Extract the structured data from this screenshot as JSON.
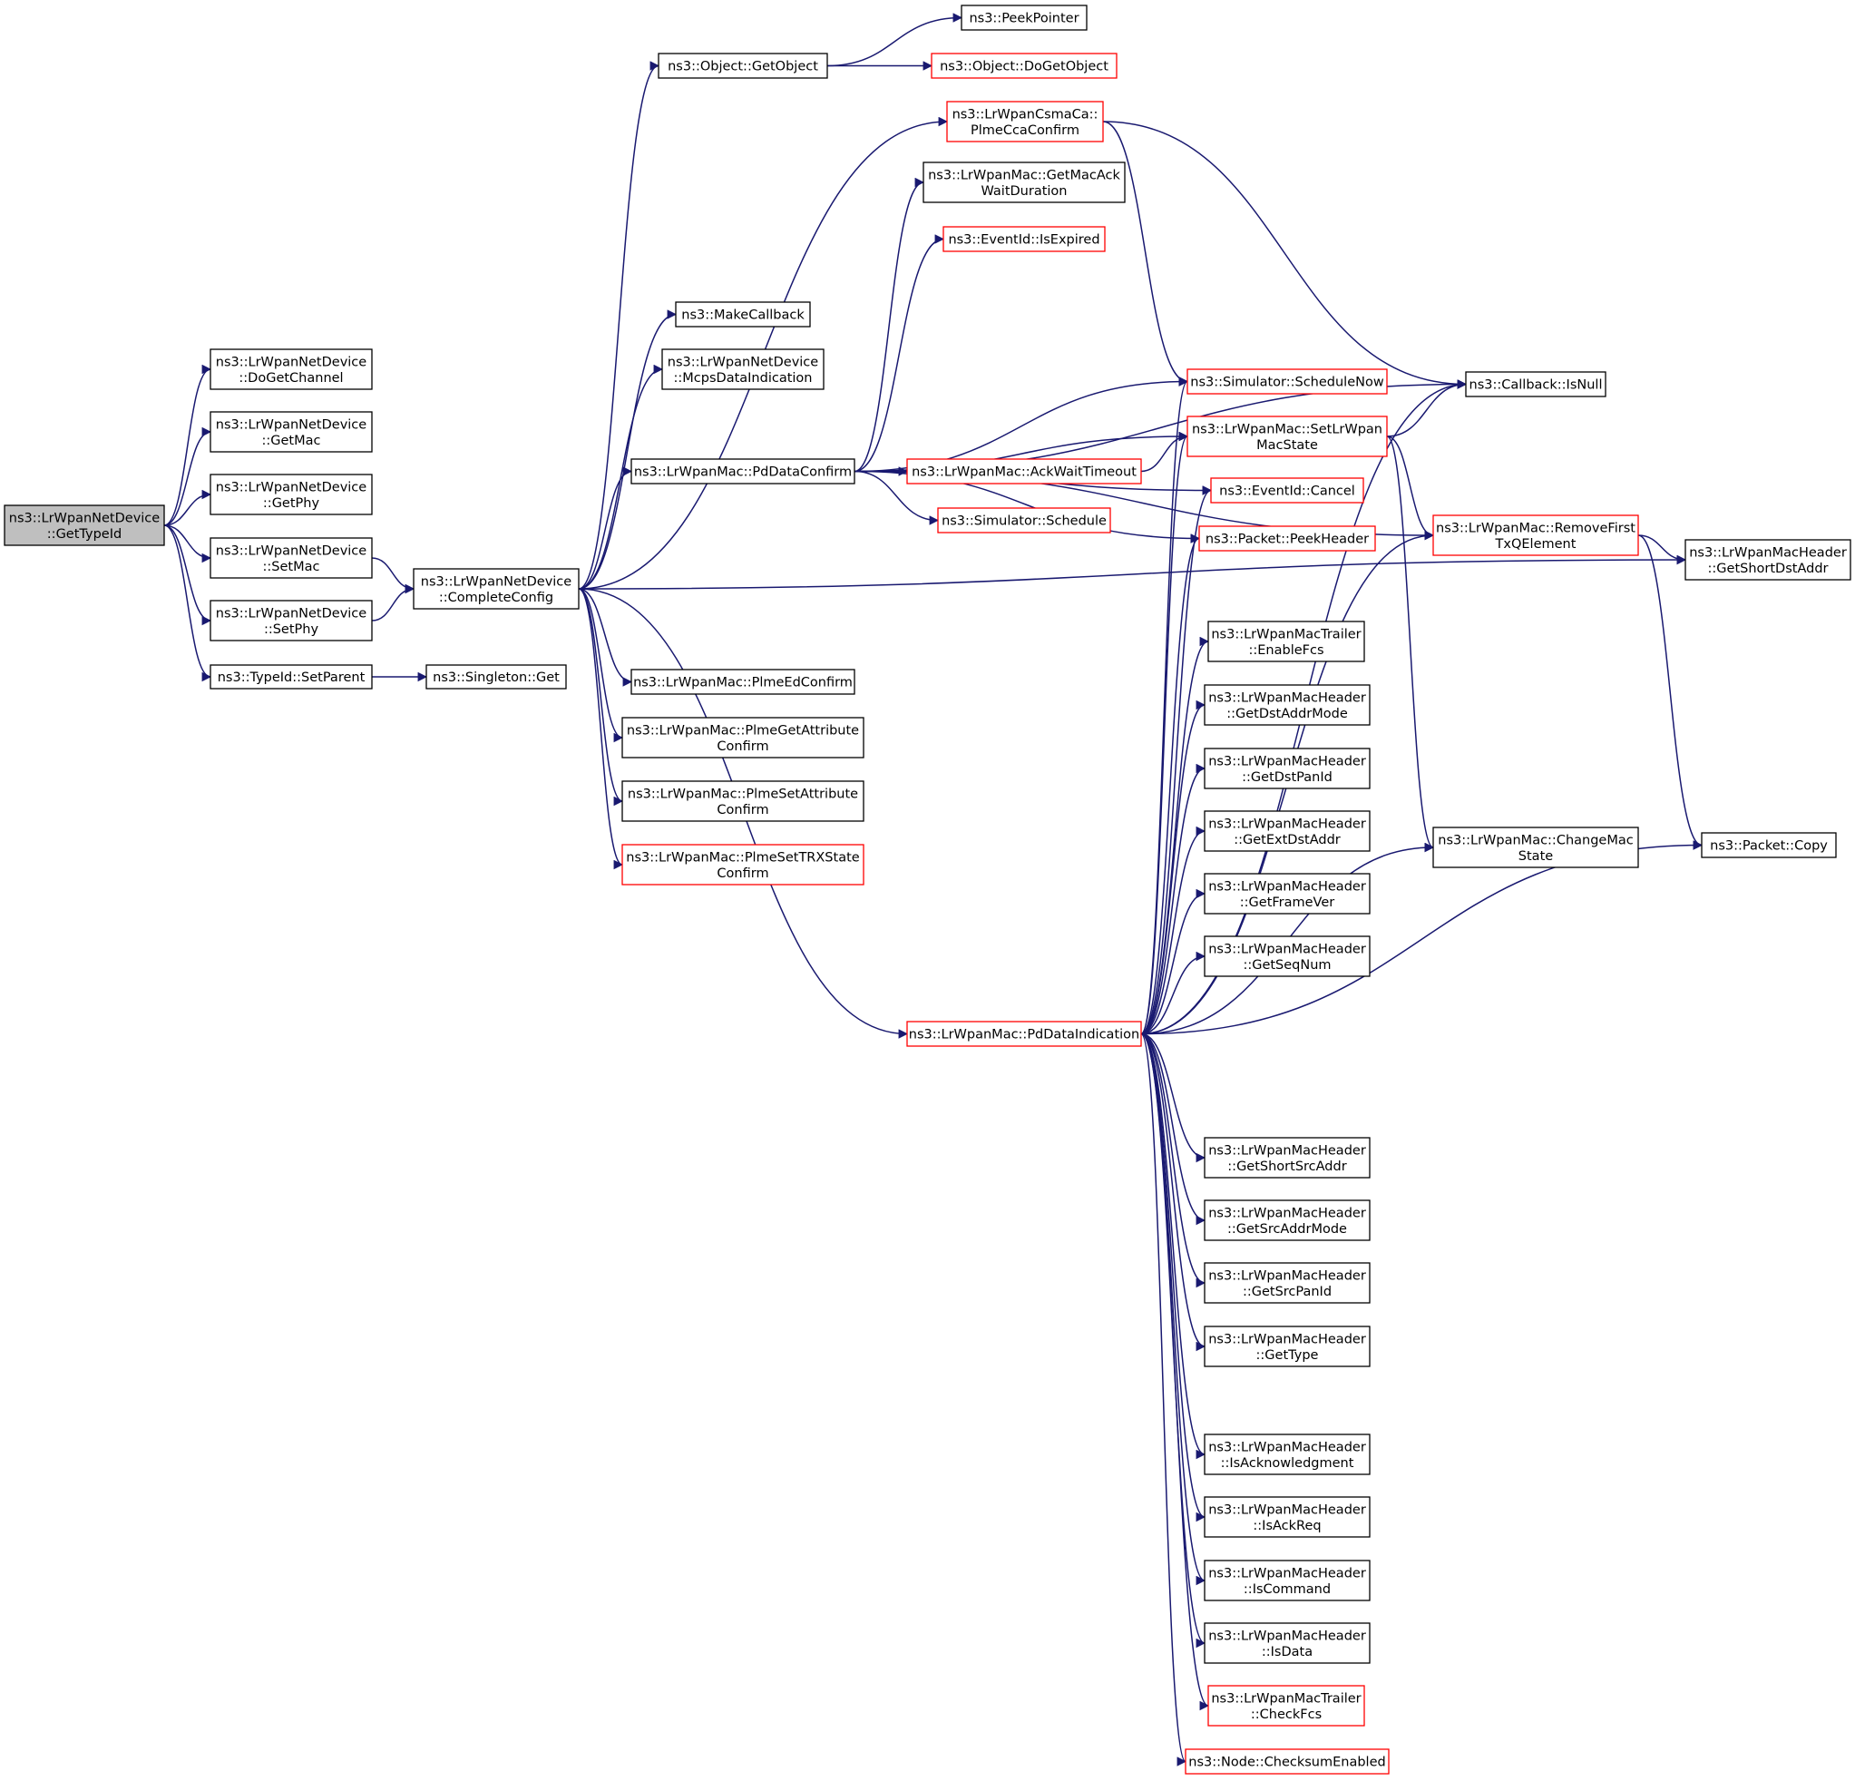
{
  "graph": {
    "colors": {
      "edge": "#191970",
      "border_default": "#000000",
      "border_truncated": "#ff0000",
      "root_fill": "#bfbfbf",
      "node_fill": "#ffffff"
    },
    "nodes": [
      {
        "id": "root",
        "lines": [
          "ns3::LrWpanNetDevice",
          "::GetTypeId"
        ],
        "style": "root"
      },
      {
        "id": "doGetChannel",
        "lines": [
          "ns3::LrWpanNetDevice",
          "::DoGetChannel"
        ],
        "style": "normal"
      },
      {
        "id": "getMac",
        "lines": [
          "ns3::LrWpanNetDevice",
          "::GetMac"
        ],
        "style": "normal"
      },
      {
        "id": "getPhy",
        "lines": [
          "ns3::LrWpanNetDevice",
          "::GetPhy"
        ],
        "style": "normal"
      },
      {
        "id": "setMac",
        "lines": [
          "ns3::LrWpanNetDevice",
          "::SetMac"
        ],
        "style": "normal"
      },
      {
        "id": "setPhy",
        "lines": [
          "ns3::LrWpanNetDevice",
          "::SetPhy"
        ],
        "style": "normal"
      },
      {
        "id": "setParent",
        "lines": [
          "ns3::TypeId::SetParent"
        ],
        "style": "normal"
      },
      {
        "id": "singletonGet",
        "lines": [
          "ns3::Singleton::Get"
        ],
        "style": "normal"
      },
      {
        "id": "completeConfig",
        "lines": [
          "ns3::LrWpanNetDevice",
          "::CompleteConfig"
        ],
        "style": "normal"
      },
      {
        "id": "getObject",
        "lines": [
          "ns3::Object::GetObject"
        ],
        "style": "normal"
      },
      {
        "id": "peekPointer",
        "lines": [
          "ns3::PeekPointer"
        ],
        "style": "normal"
      },
      {
        "id": "doGetObject",
        "lines": [
          "ns3::Object::DoGetObject"
        ],
        "style": "truncated"
      },
      {
        "id": "makeCallback",
        "lines": [
          "ns3::MakeCallback"
        ],
        "style": "normal"
      },
      {
        "id": "mcpsDataIndication",
        "lines": [
          "ns3::LrWpanNetDevice",
          "::McpsDataIndication"
        ],
        "style": "normal"
      },
      {
        "id": "pdDataConfirm",
        "lines": [
          "ns3::LrWpanMac::PdDataConfirm"
        ],
        "style": "normal"
      },
      {
        "id": "plmeEdConfirm",
        "lines": [
          "ns3::LrWpanMac::PlmeEdConfirm"
        ],
        "style": "normal"
      },
      {
        "id": "plmeGetAttributeConfirm",
        "lines": [
          "ns3::LrWpanMac::PlmeGetAttribute",
          "Confirm"
        ],
        "style": "normal"
      },
      {
        "id": "plmeSetAttributeConfirm",
        "lines": [
          "ns3::LrWpanMac::PlmeSetAttribute",
          "Confirm"
        ],
        "style": "normal"
      },
      {
        "id": "plmeSetTRXStateConfirm",
        "lines": [
          "ns3::LrWpanMac::PlmeSetTRXState",
          "Confirm"
        ],
        "style": "truncated"
      },
      {
        "id": "plmeCcaConfirm",
        "lines": [
          "ns3::LrWpanCsmaCa::",
          "PlmeCcaConfirm"
        ],
        "style": "truncated"
      },
      {
        "id": "getMacAckWaitDuration",
        "lines": [
          "ns3::LrWpanMac::GetMacAck",
          "WaitDuration"
        ],
        "style": "normal"
      },
      {
        "id": "isExpired",
        "lines": [
          "ns3::EventId::IsExpired"
        ],
        "style": "truncated"
      },
      {
        "id": "ackWaitTimeout",
        "lines": [
          "ns3::LrWpanMac::AckWaitTimeout"
        ],
        "style": "truncated"
      },
      {
        "id": "simSchedule",
        "lines": [
          "ns3::Simulator::Schedule"
        ],
        "style": "truncated"
      },
      {
        "id": "pdDataIndication",
        "lines": [
          "ns3::LrWpanMac::PdDataIndication"
        ],
        "style": "truncated"
      },
      {
        "id": "scheduleNow",
        "lines": [
          "ns3::Simulator::ScheduleNow"
        ],
        "style": "truncated"
      },
      {
        "id": "setLrWpanMacState",
        "lines": [
          "ns3::LrWpanMac::SetLrWpan",
          "MacState"
        ],
        "style": "truncated"
      },
      {
        "id": "eventCancel",
        "lines": [
          "ns3::EventId::Cancel"
        ],
        "style": "truncated"
      },
      {
        "id": "peekHeader",
        "lines": [
          "ns3::Packet::PeekHeader"
        ],
        "style": "truncated"
      },
      {
        "id": "enableFcs",
        "lines": [
          "ns3::LrWpanMacTrailer",
          "::EnableFcs"
        ],
        "style": "normal"
      },
      {
        "id": "getDstAddrMode",
        "lines": [
          "ns3::LrWpanMacHeader",
          "::GetDstAddrMode"
        ],
        "style": "normal"
      },
      {
        "id": "getDstPanId",
        "lines": [
          "ns3::LrWpanMacHeader",
          "::GetDstPanId"
        ],
        "style": "normal"
      },
      {
        "id": "getExtDstAddr",
        "lines": [
          "ns3::LrWpanMacHeader",
          "::GetExtDstAddr"
        ],
        "style": "normal"
      },
      {
        "id": "getFrameVer",
        "lines": [
          "ns3::LrWpanMacHeader",
          "::GetFrameVer"
        ],
        "style": "normal"
      },
      {
        "id": "getSeqNum",
        "lines": [
          "ns3::LrWpanMacHeader",
          "::GetSeqNum"
        ],
        "style": "normal"
      },
      {
        "id": "getShortSrcAddr",
        "lines": [
          "ns3::LrWpanMacHeader",
          "::GetShortSrcAddr"
        ],
        "style": "normal"
      },
      {
        "id": "getSrcAddrMode",
        "lines": [
          "ns3::LrWpanMacHeader",
          "::GetSrcAddrMode"
        ],
        "style": "normal"
      },
      {
        "id": "getSrcPanId",
        "lines": [
          "ns3::LrWpanMacHeader",
          "::GetSrcPanId"
        ],
        "style": "normal"
      },
      {
        "id": "getType",
        "lines": [
          "ns3::LrWpanMacHeader",
          "::GetType"
        ],
        "style": "normal"
      },
      {
        "id": "isAcknowledgment",
        "lines": [
          "ns3::LrWpanMacHeader",
          "::IsAcknowledgment"
        ],
        "style": "normal"
      },
      {
        "id": "isAckReq",
        "lines": [
          "ns3::LrWpanMacHeader",
          "::IsAckReq"
        ],
        "style": "normal"
      },
      {
        "id": "isCommand",
        "lines": [
          "ns3::LrWpanMacHeader",
          "::IsCommand"
        ],
        "style": "normal"
      },
      {
        "id": "isData",
        "lines": [
          "ns3::LrWpanMacHeader",
          "::IsData"
        ],
        "style": "normal"
      },
      {
        "id": "checkFcs",
        "lines": [
          "ns3::LrWpanMacTrailer",
          "::CheckFcs"
        ],
        "style": "truncated"
      },
      {
        "id": "checksumEnabled",
        "lines": [
          "ns3::Node::ChecksumEnabled"
        ],
        "style": "truncated"
      },
      {
        "id": "callbackIsNull",
        "lines": [
          "ns3::Callback::IsNull"
        ],
        "style": "normal"
      },
      {
        "id": "removeFirstTxQElement",
        "lines": [
          "ns3::LrWpanMac::RemoveFirst",
          "TxQElement"
        ],
        "style": "truncated"
      },
      {
        "id": "getShortDstAddr",
        "lines": [
          "ns3::LrWpanMacHeader",
          "::GetShortDstAddr"
        ],
        "style": "normal"
      },
      {
        "id": "changeMacState",
        "lines": [
          "ns3::LrWpanMac::ChangeMac",
          "State"
        ],
        "style": "normal"
      },
      {
        "id": "packetCopy",
        "lines": [
          "ns3::Packet::Copy"
        ],
        "style": "normal"
      }
    ],
    "edges": [
      [
        "root",
        "doGetChannel"
      ],
      [
        "root",
        "getMac"
      ],
      [
        "root",
        "getPhy"
      ],
      [
        "root",
        "setMac"
      ],
      [
        "root",
        "setPhy"
      ],
      [
        "root",
        "setParent"
      ],
      [
        "setMac",
        "completeConfig"
      ],
      [
        "setPhy",
        "completeConfig"
      ],
      [
        "setParent",
        "singletonGet"
      ],
      [
        "completeConfig",
        "getObject"
      ],
      [
        "completeConfig",
        "makeCallback"
      ],
      [
        "completeConfig",
        "mcpsDataIndication"
      ],
      [
        "completeConfig",
        "pdDataConfirm"
      ],
      [
        "completeConfig",
        "plmeCcaConfirm"
      ],
      [
        "completeConfig",
        "plmeEdConfirm"
      ],
      [
        "completeConfig",
        "plmeGetAttributeConfirm"
      ],
      [
        "completeConfig",
        "plmeSetAttributeConfirm"
      ],
      [
        "completeConfig",
        "plmeSetTRXStateConfirm"
      ],
      [
        "completeConfig",
        "pdDataIndication"
      ],
      [
        "completeConfig",
        "getShortDstAddr"
      ],
      [
        "getObject",
        "peekPointer"
      ],
      [
        "getObject",
        "doGetObject"
      ],
      [
        "pdDataConfirm",
        "getMacAckWaitDuration"
      ],
      [
        "pdDataConfirm",
        "isExpired"
      ],
      [
        "pdDataConfirm",
        "ackWaitTimeout"
      ],
      [
        "pdDataConfirm",
        "simSchedule"
      ],
      [
        "pdDataConfirm",
        "scheduleNow"
      ],
      [
        "pdDataConfirm",
        "setLrWpanMacState"
      ],
      [
        "pdDataConfirm",
        "eventCancel"
      ],
      [
        "pdDataConfirm",
        "peekHeader"
      ],
      [
        "pdDataConfirm",
        "callbackIsNull"
      ],
      [
        "pdDataConfirm",
        "removeFirstTxQElement"
      ],
      [
        "plmeCcaConfirm",
        "scheduleNow"
      ],
      [
        "plmeCcaConfirm",
        "callbackIsNull"
      ],
      [
        "ackWaitTimeout",
        "setLrWpanMacState"
      ],
      [
        "setLrWpanMacState",
        "callbackIsNull"
      ],
      [
        "setLrWpanMacState",
        "removeFirstTxQElement"
      ],
      [
        "setLrWpanMacState",
        "changeMacState"
      ],
      [
        "removeFirstTxQElement",
        "getShortDstAddr"
      ],
      [
        "removeFirstTxQElement",
        "packetCopy"
      ],
      [
        "pdDataIndication",
        "scheduleNow"
      ],
      [
        "pdDataIndication",
        "setLrWpanMacState"
      ],
      [
        "pdDataIndication",
        "eventCancel"
      ],
      [
        "pdDataIndication",
        "peekHeader"
      ],
      [
        "pdDataIndication",
        "enableFcs"
      ],
      [
        "pdDataIndication",
        "getDstAddrMode"
      ],
      [
        "pdDataIndication",
        "getDstPanId"
      ],
      [
        "pdDataIndication",
        "getExtDstAddr"
      ],
      [
        "pdDataIndication",
        "getFrameVer"
      ],
      [
        "pdDataIndication",
        "getSeqNum"
      ],
      [
        "pdDataIndication",
        "getShortSrcAddr"
      ],
      [
        "pdDataIndication",
        "getSrcAddrMode"
      ],
      [
        "pdDataIndication",
        "getSrcPanId"
      ],
      [
        "pdDataIndication",
        "getType"
      ],
      [
        "pdDataIndication",
        "isAcknowledgment"
      ],
      [
        "pdDataIndication",
        "isAckReq"
      ],
      [
        "pdDataIndication",
        "isCommand"
      ],
      [
        "pdDataIndication",
        "isData"
      ],
      [
        "pdDataIndication",
        "checkFcs"
      ],
      [
        "pdDataIndication",
        "checksumEnabled"
      ],
      [
        "pdDataIndication",
        "callbackIsNull"
      ],
      [
        "pdDataIndication",
        "removeFirstTxQElement"
      ],
      [
        "pdDataIndication",
        "changeMacState"
      ],
      [
        "pdDataIndication",
        "packetCopy"
      ]
    ]
  }
}
